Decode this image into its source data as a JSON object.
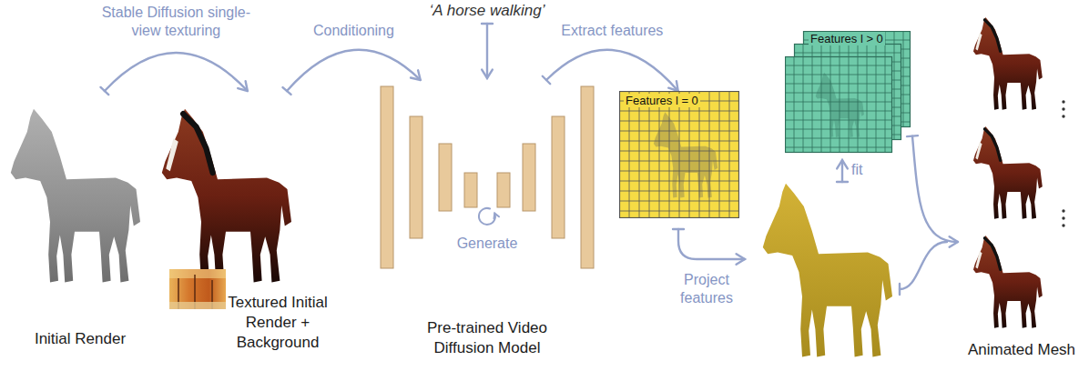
{
  "diagram": {
    "nodes": [
      {
        "text": [
          "Initial Render"
        ]
      },
      {
        "text": [
          "Textured Initial Render + Background"
        ]
      },
      {
        "text": [
          "Pre-trained Video Diffusion Model",
          "Generate"
        ]
      },
      {
        "text": [
          "Features l = 0"
        ]
      },
      {
        "text": [
          "Features l > 0"
        ]
      },
      {
        "text": [
          "Animated Mesh"
        ]
      }
    ],
    "edges": [
      {
        "from": 0,
        "to": 1,
        "label": "Stable Diffusion single-view texturing",
        "arrow": "to"
      },
      {
        "from": 1,
        "to": 2,
        "label": "Conditioning",
        "arrow": "to"
      },
      {
        "from": 2,
        "to": 3,
        "label": "Extract features",
        "arrow": "to"
      },
      {
        "from": 4,
        "to": 5,
        "arrow": "to"
      }
    ],
    "labels": [
      "‘A horse walking’",
      "Project features",
      "fit"
    ]
  }
}
